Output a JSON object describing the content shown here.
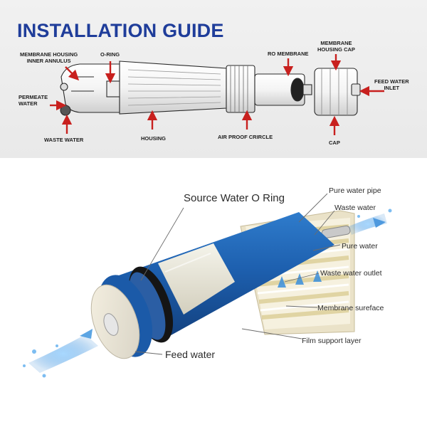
{
  "guide": {
    "title": "INSTALLATION GUIDE",
    "labels": {
      "membrane_housing_inner_annulus": [
        "MEMBRANE HOUSING",
        "INNER ANNULUS"
      ],
      "o_ring": "O-RING",
      "ro_membrane": "RO MEMBRANE",
      "membrane_housing_cap": [
        "MEMBRANE",
        "HOUSING CAP"
      ],
      "feed_water_inlet": [
        "FEED WATER",
        "INLET"
      ],
      "permeate_water": [
        "PERMEATE",
        "WATER"
      ],
      "waste_water": "WASTE WATER",
      "housing": "HOUSING",
      "air_proof_circle": "AIR PROOF CRIRCLE",
      "cap": "CAP"
    },
    "arrow_color": "#c8201e"
  },
  "membrane": {
    "labels": {
      "source_water_o_ring": "Source Water O Ring",
      "pure_water_pipe": "Pure water pipe",
      "waste_water": "Waste water",
      "pure_water": "Pure water",
      "waste_water_outlet": "Waste water outlet",
      "membrane_surface": "Membrane sureface",
      "film_support_layer": "Film support layer",
      "feed_water": "Feed water"
    },
    "colors": {
      "body_blue": "#1c5fae",
      "water": "#5aa9e6"
    }
  }
}
